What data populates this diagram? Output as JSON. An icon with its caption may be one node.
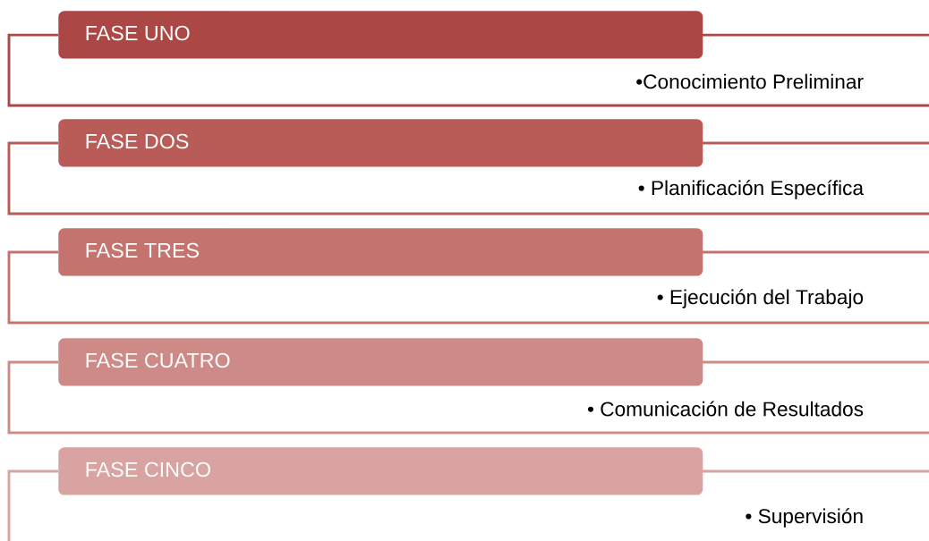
{
  "diagram": {
    "nodes": [
      {
        "text": [
          "FASE UNO"
        ]
      },
      {
        "text": [
          "•Conocimiento Preliminar"
        ]
      },
      {
        "text": [
          "FASE DOS"
        ]
      },
      {
        "text": [
          "• Planificación Específica"
        ]
      },
      {
        "text": [
          "FASE TRES"
        ]
      },
      {
        "text": [
          "• Ejecución del Trabajo"
        ]
      },
      {
        "text": [
          "FASE CUATRO"
        ]
      },
      {
        "text": [
          "• Comunicación de Resultados"
        ]
      },
      {
        "text": [
          "FASE CINCO"
        ]
      },
      {
        "text": [
          "• Supervisión"
        ]
      }
    ]
  }
}
